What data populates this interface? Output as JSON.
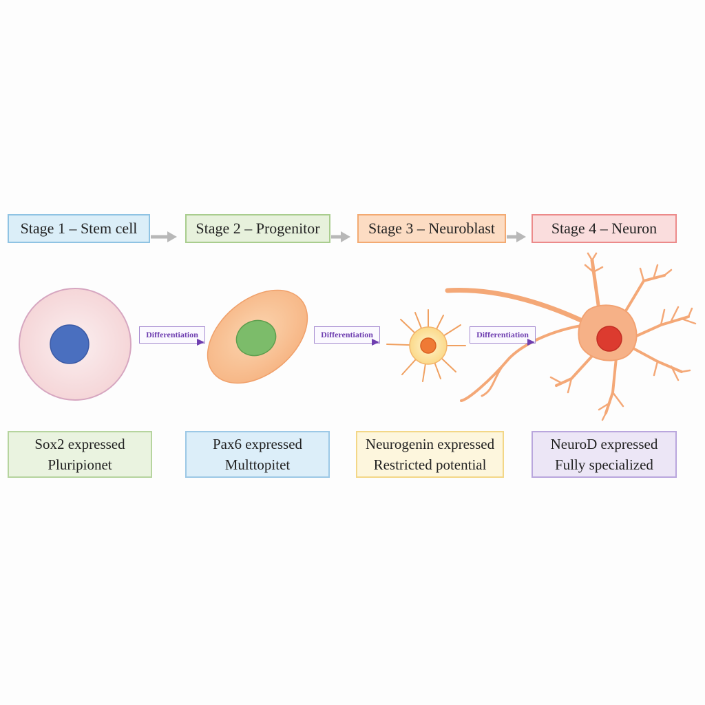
{
  "stages": [
    {
      "title": "Stage 1 – Stem cell",
      "marker_line1": "Sox2 expressed",
      "marker_line2": "Pluripionet"
    },
    {
      "title": "Stage 2 – Progenitor",
      "marker_line1": "Pax6 expressed",
      "marker_line2": "Multtopitet"
    },
    {
      "title": "Stage 3 – Neuroblast",
      "marker_line1": "Neurogenin expressed",
      "marker_line2": "Restricted potential"
    },
    {
      "title": "Stage 4 – Neuron",
      "marker_line1": "NeuroD expressed",
      "marker_line2": "Fully specialized"
    }
  ],
  "transitions": [
    "Differentiation",
    "Differentiation",
    "Differentiation"
  ],
  "colors": {
    "stem_cell_body": "#f7dcdc",
    "stem_cell_nucleus": "#4a6fbf",
    "progenitor_body": "#f8c597",
    "progenitor_nucleus": "#7cbc6a",
    "neuroblast_body": "#fde9a6",
    "neuroblast_nucleus": "#ef7a35",
    "neuron_body": "#f6b187",
    "neuron_nucleus": "#dc3b2f",
    "transition_label": "#6f3fb0"
  },
  "icons": {
    "stage_arrow": "gray-arrow-icon",
    "transition_arrow": "purple-arrowhead-icon"
  }
}
